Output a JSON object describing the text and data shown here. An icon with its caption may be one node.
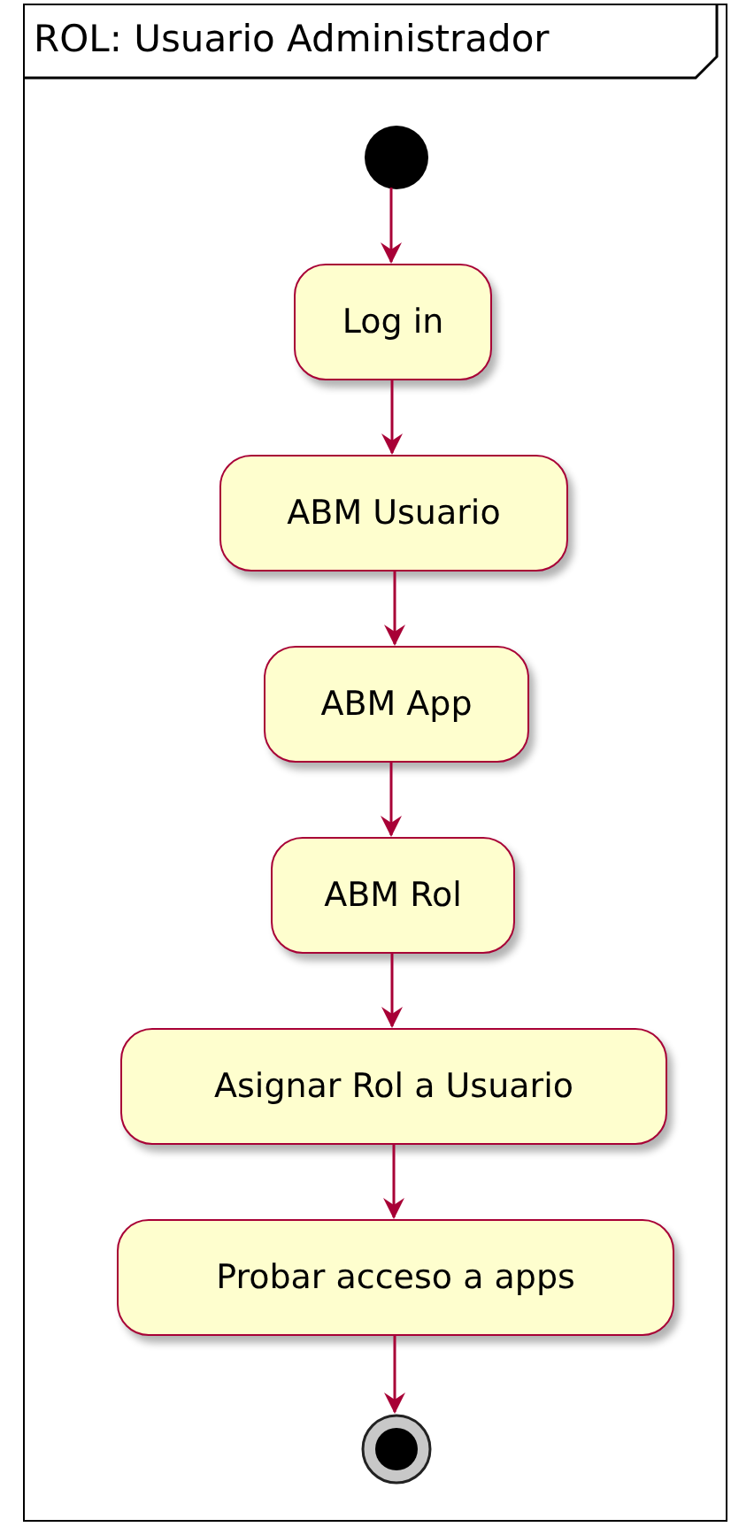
{
  "diagram": {
    "nodes": [
      {
        "text": [
          "ROL: Usuario Administrador"
        ]
      },
      {
        "text": [],
        "shape": "circle",
        "in": 0
      },
      {
        "text": [
          "Log in"
        ],
        "in": 0
      },
      {
        "text": [
          "ABM Usuario"
        ],
        "in": 0
      },
      {
        "text": [
          "ABM App"
        ],
        "in": 0
      },
      {
        "text": [
          "ABM Rol"
        ],
        "in": 0
      },
      {
        "text": [
          "Asignar Rol a Usuario"
        ],
        "in": 0
      },
      {
        "text": [
          "Probar acceso a apps"
        ],
        "in": 0
      },
      {
        "text": [],
        "shape": "circle",
        "in": 0
      }
    ],
    "edges": [
      {
        "from": 1,
        "to": 2,
        "arrow": "to"
      },
      {
        "from": 2,
        "to": 3,
        "arrow": "to"
      },
      {
        "from": 3,
        "to": 4,
        "arrow": "to"
      },
      {
        "from": 4,
        "to": 5,
        "arrow": "to"
      },
      {
        "from": 5,
        "to": 6,
        "arrow": "to"
      },
      {
        "from": 6,
        "to": 7,
        "arrow": "to"
      },
      {
        "from": 7,
        "to": 8,
        "arrow": "to"
      }
    ]
  }
}
